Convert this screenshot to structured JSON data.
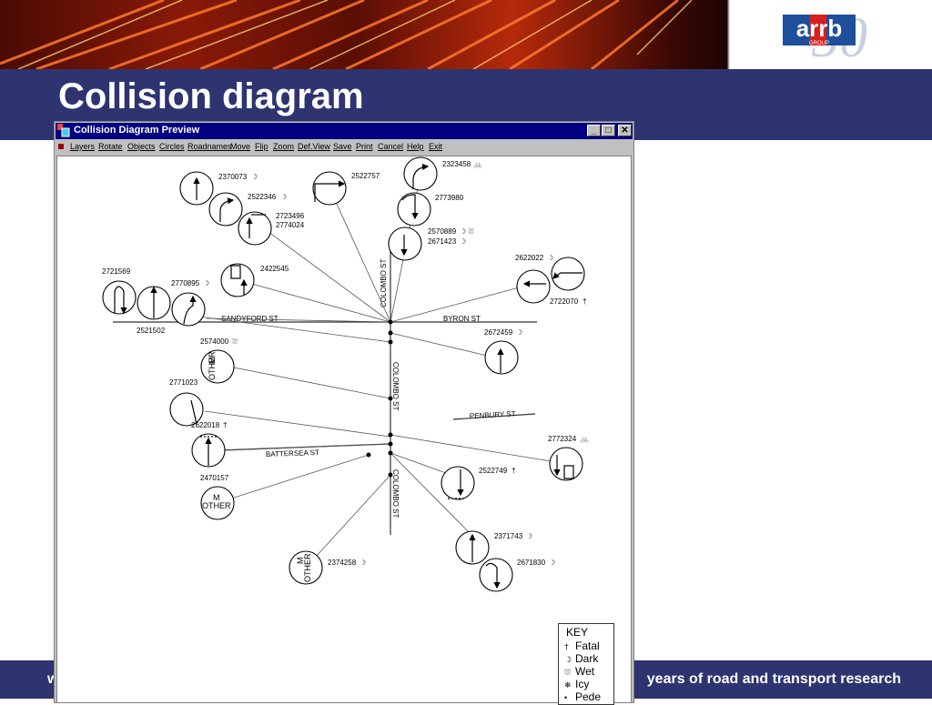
{
  "slide": {
    "title": "Collision diagram",
    "footer_left": "w",
    "footer_tagline": "years of road and transport research",
    "logo": {
      "text": "arrb",
      "subtext": "GROUP",
      "number": "50"
    },
    "colors": {
      "navy": "#2e3470",
      "logo_blue": "#1f4e9c",
      "logo_red": "#d8201f"
    }
  },
  "window": {
    "title": "Collision Diagram Preview",
    "buttons": {
      "minimize": "_",
      "maximize": "□",
      "close": "✕"
    },
    "menu": [
      "Layers",
      "Rotate",
      "Objects",
      "Circles",
      "Roadnames",
      "Move",
      "Flip",
      "Zoom",
      "Def.View",
      "Save",
      "Print",
      "Cancel",
      "Help",
      "Exit"
    ]
  },
  "diagram": {
    "streets": [
      "SANDYFORD ST",
      "BYRON ST",
      "COLOMBO ST",
      "COLOMBO ST",
      "PENBURY ST",
      "BATTERSEA ST",
      "COLOMBO ST"
    ],
    "incidents": [
      {
        "id": "2370073",
        "sym": "☽"
      },
      {
        "id": "2522346",
        "sym": "☽"
      },
      {
        "id": "2723496",
        "sym": ""
      },
      {
        "id": "2774024",
        "sym": ""
      },
      {
        "id": "2522757",
        "sym": ""
      },
      {
        "id": "2323458",
        "sym": "🚲"
      },
      {
        "id": "2773980",
        "sym": ""
      },
      {
        "id": "2570889",
        "sym": "☽ ⛆"
      },
      {
        "id": "2671423",
        "sym": "☽"
      },
      {
        "id": "2622022",
        "sym": "☽"
      },
      {
        "id": "2722070",
        "sym": "†"
      },
      {
        "id": "2721569",
        "sym": ""
      },
      {
        "id": "2770895",
        "sym": "☽"
      },
      {
        "id": "2422545",
        "sym": ""
      },
      {
        "id": "2521502",
        "sym": ""
      },
      {
        "id": "2672459",
        "sym": "☽"
      },
      {
        "id": "2574000",
        "sym": "⛆"
      },
      {
        "id": "2771023",
        "sym": ""
      },
      {
        "id": "2622018",
        "sym": "†"
      },
      {
        "id": "2470157",
        "sym": ""
      },
      {
        "id": "2772324",
        "sym": "🚲"
      },
      {
        "id": "2522749",
        "sym": "†"
      },
      {
        "id": "2371743",
        "sym": "☽"
      },
      {
        "id": "2671830",
        "sym": "☽"
      },
      {
        "id": "2374258",
        "sym": "☽"
      }
    ],
    "other_labels": [
      "M",
      "OTHER"
    ]
  },
  "key": {
    "title": "KEY",
    "items": [
      {
        "sym": "†",
        "label": "Fatal"
      },
      {
        "sym": "☽",
        "label": "Dark"
      },
      {
        "sym": "⛆",
        "label": "Wet"
      },
      {
        "sym": "❄",
        "label": "Icy"
      },
      {
        "sym": "•",
        "label": "Pede"
      }
    ]
  }
}
